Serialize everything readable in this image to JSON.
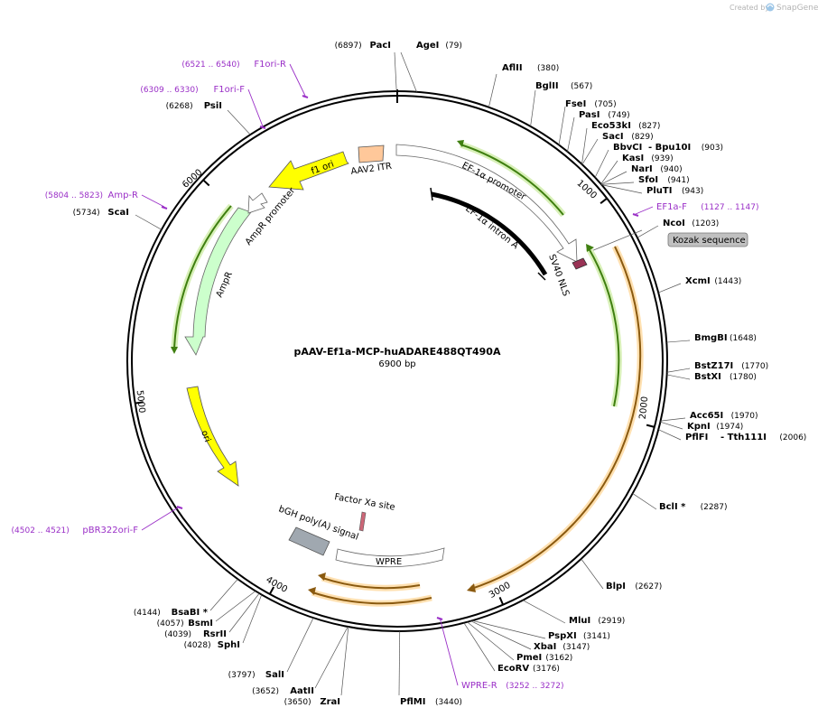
{
  "credit": {
    "prefix": "Created by",
    "brand": "SnapGene",
    "logo_icon": "snapgene-logo-icon"
  },
  "plasmid": {
    "name": "pAAV-Ef1a-MCP-huADARE488QT490A",
    "size_label": "6900 bp",
    "length": 6900
  },
  "ticks": [
    "1000",
    "2000",
    "3000",
    "4000",
    "5000",
    "6000"
  ],
  "enzymes": [
    {
      "name": "PacI",
      "pos": "(6897)"
    },
    {
      "name": "AgeI",
      "pos": "(79)"
    },
    {
      "name": "AflII",
      "pos": "(380)"
    },
    {
      "name": "BglII",
      "pos": "(567)"
    },
    {
      "name": "FseI",
      "pos": "(705)"
    },
    {
      "name": "PasI",
      "pos": "(749)"
    },
    {
      "name": "Eco53kI",
      "pos": "(827)"
    },
    {
      "name": "SacI",
      "pos": "(829)"
    },
    {
      "name": "BbvCI",
      "name2": "Bpu10I",
      "pos": "(903)"
    },
    {
      "name": "KasI",
      "pos": "(939)"
    },
    {
      "name": "NarI",
      "pos": "(940)"
    },
    {
      "name": "SfoI",
      "pos": "(941)"
    },
    {
      "name": "PluTI",
      "pos": "(943)"
    },
    {
      "name": "NcoI",
      "pos": "(1203)"
    },
    {
      "name": "XcmI",
      "pos": "(1443)"
    },
    {
      "name": "BmgBI",
      "pos": "(1648)"
    },
    {
      "name": "BstZ17I",
      "pos": "(1770)"
    },
    {
      "name": "BstXI",
      "pos": "(1780)"
    },
    {
      "name": "Acc65I",
      "pos": "(1970)"
    },
    {
      "name": "KpnI",
      "pos": "(1974)"
    },
    {
      "name": "PflFI",
      "name2": "Tth111I",
      "pos": "(2006)"
    },
    {
      "name": "BclI *",
      "pos": "(2287)"
    },
    {
      "name": "BlpI",
      "pos": "(2627)"
    },
    {
      "name": "MluI",
      "pos": "(2919)"
    },
    {
      "name": "PspXI",
      "pos": "(3141)"
    },
    {
      "name": "XbaI",
      "pos": "(3147)"
    },
    {
      "name": "PmeI",
      "pos": "(3162)"
    },
    {
      "name": "EcoRV",
      "pos": "(3176)"
    },
    {
      "name": "PflMI",
      "pos": "(3440)"
    },
    {
      "name": "ZraI",
      "pos": "(3650)"
    },
    {
      "name": "AatII",
      "pos": "(3652)"
    },
    {
      "name": "SalI",
      "pos": "(3797)"
    },
    {
      "name": "SphI",
      "pos": "(4028)"
    },
    {
      "name": "RsrII",
      "pos": "(4039)"
    },
    {
      "name": "BsmI",
      "pos": "(4057)"
    },
    {
      "name": "BsaBI *",
      "pos": "(4144)"
    },
    {
      "name": "ScaI",
      "pos": "(5734)"
    },
    {
      "name": "PsiI",
      "pos": "(6268)"
    }
  ],
  "primers": [
    {
      "name": "F1ori-R",
      "range": "(6521 .. 6540)"
    },
    {
      "name": "F1ori-F",
      "range": "(6309 .. 6330)"
    },
    {
      "name": "Amp-R",
      "range": "(5804 .. 5823)"
    },
    {
      "name": "EF1a-F",
      "range": "(1127 .. 1147)"
    },
    {
      "name": "WPRE-R",
      "range": "(3252 .. 3272)"
    },
    {
      "name": "pBR322ori-F",
      "range": "(4502 .. 4521)"
    }
  ],
  "features": [
    {
      "name": "f1 ori",
      "color": "#ffff00"
    },
    {
      "name": "AAV2 ITR",
      "color": "#ffc89a"
    },
    {
      "name": "EF-1α promoter",
      "color": "#ffffff"
    },
    {
      "name": "EF-1α intron A",
      "color": "#000000"
    },
    {
      "name": "SV40 NLS",
      "color": "#993355"
    },
    {
      "name": "AmpR promoter",
      "color": "#ffffff"
    },
    {
      "name": "AmpR",
      "color": "#ccffcc"
    },
    {
      "name": "ori",
      "color": "#ffff00"
    },
    {
      "name": "Factor Xa site",
      "color": "#cc6677"
    },
    {
      "name": "bGH poly(A) signal",
      "color": "#a0a8b0"
    },
    {
      "name": "WPRE",
      "color": "#ffffff"
    },
    {
      "name": "Kozak sequence",
      "color": "#c0c0c0"
    }
  ],
  "colors": {
    "primer": "#9a2fc7",
    "orf_orange": "#d98c1a",
    "orf_green": "#4f8f1a",
    "ring": "#000000"
  }
}
